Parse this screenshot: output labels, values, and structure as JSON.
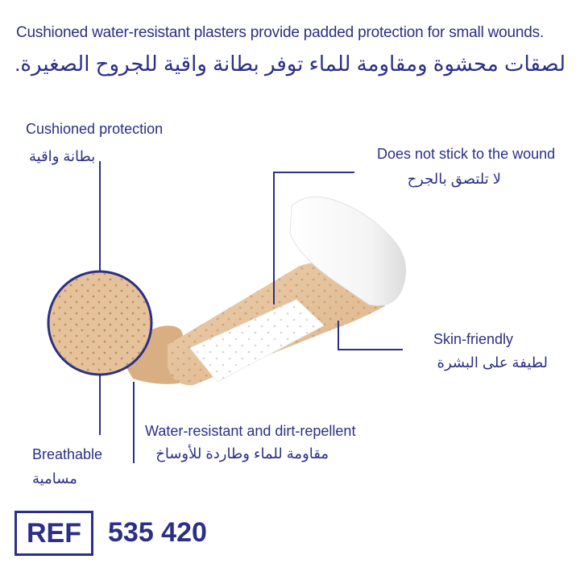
{
  "header": {
    "en": "Cushioned water-resistant plasters provide padded protection for small wounds.",
    "ar": "لصقات محشوة ومقاومة للماء توفر بطانة واقية للجروح الصغيرة."
  },
  "labels": {
    "cushioned": {
      "en": "Cushioned protection",
      "ar": "بطانة واقية"
    },
    "no_stick": {
      "en": "Does not stick to the wound",
      "ar": "لا تلتصق بالجرح"
    },
    "skin": {
      "en": "Skin-friendly",
      "ar": "لطيفة على البشرة"
    },
    "water": {
      "en": "Water-resistant and dirt-repellent",
      "ar": "مقاومة للماء وطاردة للأوساخ"
    },
    "breathable": {
      "en": "Breathable",
      "ar": "مسامية"
    }
  },
  "ref": {
    "label": "REF",
    "number": "535 420"
  },
  "colors": {
    "text": "#2b2f86",
    "plaster": "#e7c39a",
    "pad": "#ffffff",
    "hole": "#b98c5e"
  }
}
